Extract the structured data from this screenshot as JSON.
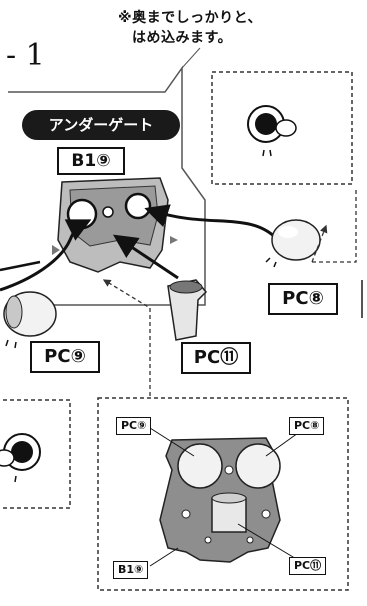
{
  "note": {
    "line1": "※奥までしっかりと、",
    "line2": "はめ込みます。"
  },
  "step": {
    "number": "- 1"
  },
  "title": "アンダーゲート",
  "labels": {
    "b1_top": "B1⑨",
    "pc8": "PC⑧",
    "pc9": "PC⑨",
    "pc11": "PC⑪",
    "detail_pc9": "PC⑨",
    "detail_pc8": "PC⑧",
    "detail_b1": "B1⑨",
    "detail_pc11": "PC⑪"
  }
}
